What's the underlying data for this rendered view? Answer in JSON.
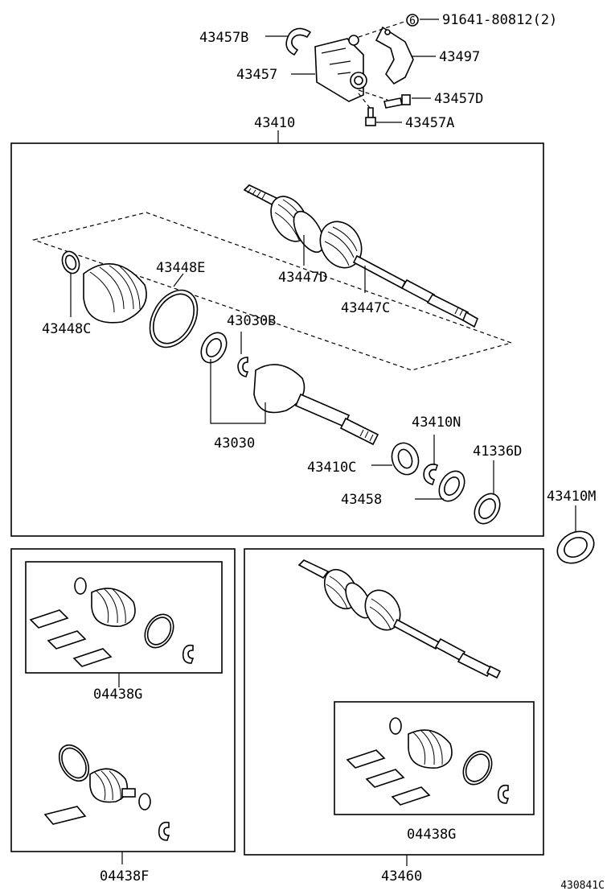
{
  "labels": {
    "p43457B": "43457B",
    "p91641": "91641-80812(2)",
    "p43497": "43497",
    "p43457": "43457",
    "p43457D": "43457D",
    "p43457A": "43457A",
    "p43410": "43410",
    "p43448E": "43448E",
    "p43447D": "43447D",
    "p43448C": "43448C",
    "p43447C": "43447C",
    "p43030B": "43030B",
    "p43030": "43030",
    "p43410N": "43410N",
    "p41336D": "41336D",
    "p43410C": "43410C",
    "p43458": "43458",
    "p43410M": "43410M",
    "p04438G_left": "04438G",
    "p04438G_right": "04438G",
    "p04438F": "04438F",
    "p43460": "43460",
    "ref": "430841C"
  },
  "symbols": {
    "bolt_marker": "6"
  }
}
